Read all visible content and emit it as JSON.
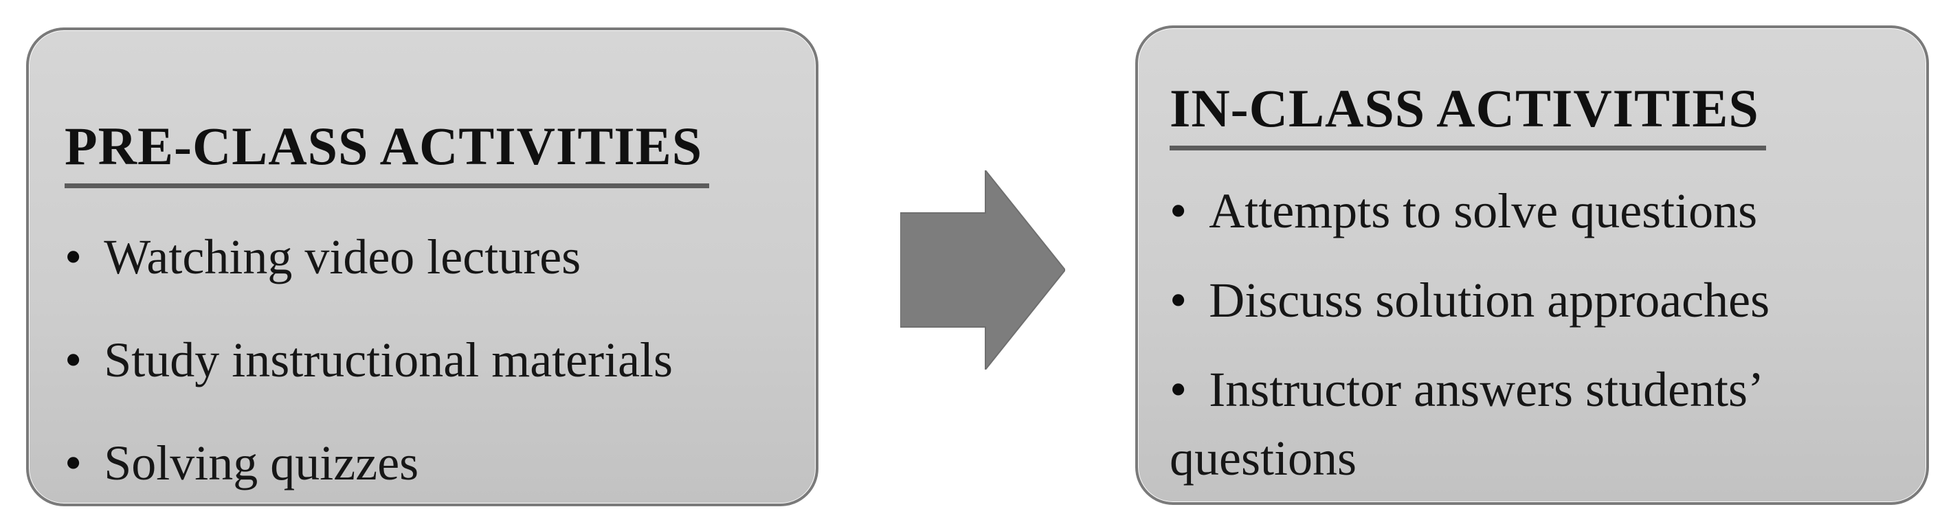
{
  "diagram": {
    "left_box": {
      "title": "PRE-CLASS ACTIVITIES",
      "items": [
        "Watching video lectures",
        "Study instructional materials",
        "Solving quizzes"
      ]
    },
    "right_box": {
      "title": "IN-CLASS ACTIVITIES",
      "items": [
        "Attempts to solve questions",
        "Discuss solution approaches",
        "Instructor answers students’ questions"
      ]
    },
    "glyphs": {
      "bullet": "•"
    },
    "colors": {
      "box_fill_top": "#d6d6d6",
      "box_fill_bottom": "#c2c2c2",
      "box_border": "#7a7a7a",
      "title_underline": "#5c5c5c",
      "arrow_fill": "#7d7d7d",
      "arrow_stroke": "#6f6f6f",
      "text": "#141414"
    }
  }
}
